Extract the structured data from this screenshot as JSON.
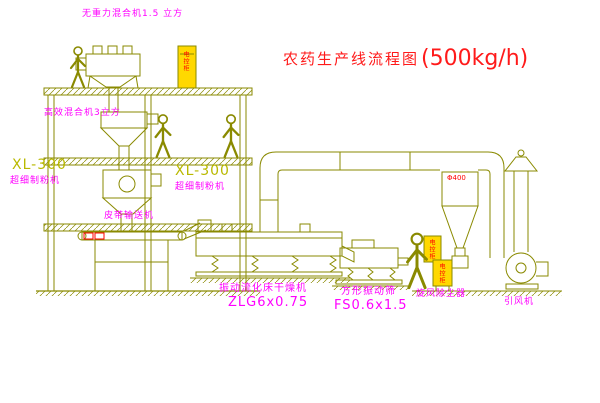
{
  "title": {
    "text": "农药生产线流程图",
    "capacity": "(500kg/h)"
  },
  "labels": {
    "gravity_mixer": "无重力混合机1.5 立方",
    "efficient_mixer": "高效混合机3立方",
    "mill_model": "XL-300",
    "mill_name": "超细制粉机",
    "mill_model_2": "XL-300",
    "mill_name_2": "超细制粉机",
    "belt_conveyor": "皮带输送机",
    "fluid_bed_dryer": "振动流化床干燥机",
    "dryer_model": "ZLG6x0.75",
    "square_screen": "方形振动筛",
    "screen_model": "FS0.6x1.5",
    "cyclone": "旋风除尘器",
    "fan": "引风机",
    "cyclone_size": "Φ400",
    "cabinet": "电控柜"
  },
  "colors": {
    "line": "#8a8a00",
    "label": "#ff00ff",
    "title": "#ff1a1a",
    "model_text": "#b9b900",
    "cabinet_fill": "#ffd800",
    "cabinet_text": "#ff0000",
    "background": "#ffffff"
  }
}
